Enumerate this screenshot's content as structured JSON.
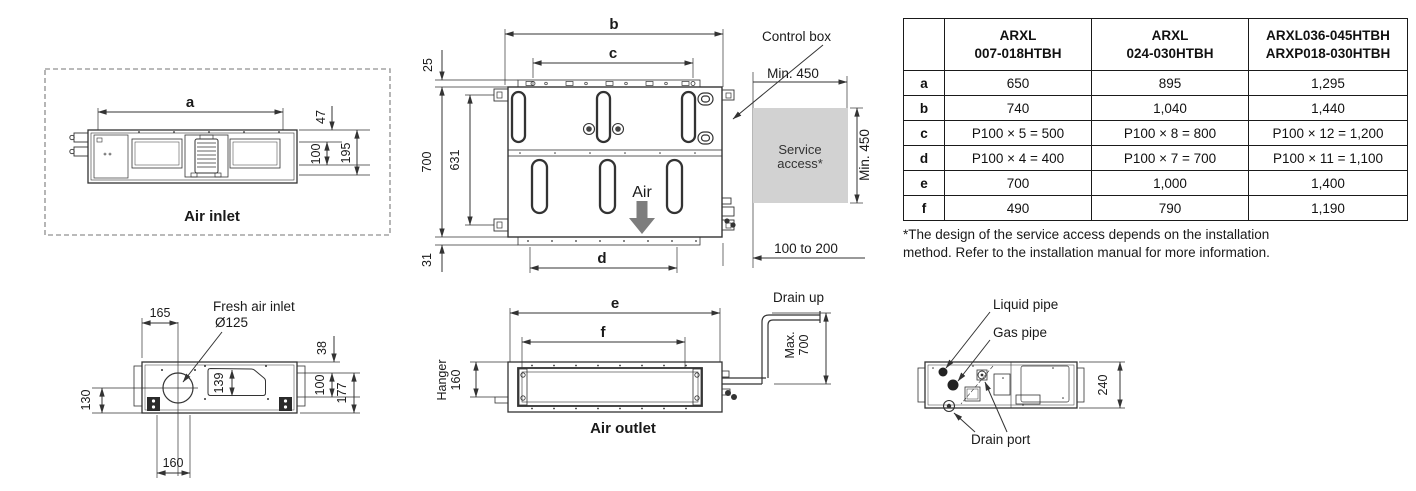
{
  "colors": {
    "line": "#333333",
    "gray_fill": "#d2d2d2",
    "air_arrow": "#7d7d7d",
    "dashed_border": "#a3a3a3"
  },
  "air_inlet_view": {
    "dim_a": "a",
    "dim_47": "47",
    "dim_100": "100",
    "dim_195": "195",
    "caption": "Air inlet"
  },
  "plan_view": {
    "dim_b": "b",
    "dim_c": "c",
    "dim_d": "d",
    "dim_25": "25",
    "dim_700": "700",
    "dim_631": "631",
    "dim_31": "31",
    "air_label": "Air",
    "control_box_label": "Control box",
    "min450_top": "Min. 450",
    "min450_right": "Min. 450",
    "service_line1": "Service",
    "service_line2": "access*",
    "clearance": "100 to 200"
  },
  "spec_table": {
    "col1_line1": "ARXL",
    "col1_line2": "007-018HTBH",
    "col2_line1": "ARXL",
    "col2_line2": "024-030HTBH",
    "col3_line1": "ARXL036-045HTBH",
    "col3_line2": "ARXP018-030HTBH",
    "rows": [
      {
        "label": "a",
        "v1": "650",
        "v2": "895",
        "v3": "1,295"
      },
      {
        "label": "b",
        "v1": "740",
        "v2": "1,040",
        "v3": "1,440"
      },
      {
        "label": "c",
        "v1": "P100 × 5 = 500",
        "v2": "P100 × 8 = 800",
        "v3": "P100 × 12 = 1,200"
      },
      {
        "label": "d",
        "v1": "P100 × 4 = 400",
        "v2": "P100 × 7 = 700",
        "v3": "P100 × 11 = 1,100"
      },
      {
        "label": "e",
        "v1": "700",
        "v2": "1,000",
        "v3": "1,400"
      },
      {
        "label": "f",
        "v1": "490",
        "v2": "790",
        "v3": "1,190"
      }
    ],
    "footnote_line1": "*The design of the service access depends on the installation",
    "footnote_line2": "method. Refer to the installation manual for more information."
  },
  "fresh_air_view": {
    "dim_165": "165",
    "label_line1": "Fresh air inlet",
    "label_line2": "Ø125",
    "dim_130": "130",
    "dim_139": "139",
    "dim_38": "38",
    "dim_100": "100",
    "dim_177": "177",
    "dim_160": "160"
  },
  "air_outlet_view": {
    "dim_e": "e",
    "dim_f": "f",
    "hanger_line1": "Hanger",
    "hanger_line2": "160",
    "caption": "Air outlet",
    "drain_up": "Drain up",
    "max_line1": "Max.",
    "max_line2": "700"
  },
  "piping_view": {
    "liquid_pipe": "Liquid pipe",
    "gas_pipe": "Gas pipe",
    "drain_port": "Drain port",
    "dim_240": "240"
  }
}
